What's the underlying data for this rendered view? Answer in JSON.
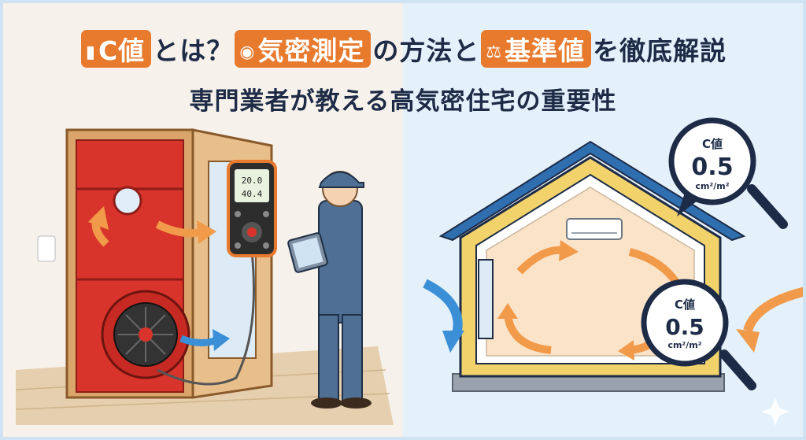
{
  "title": {
    "badge1_label": "C値",
    "text1": "とは？",
    "badge2_label": "気密測定",
    "text2": "の方法と",
    "badge3_label": "基準値",
    "text3": "を徹底解説",
    "subtitle": "専門業者が教える高気密住宅の重要性"
  },
  "meter": {
    "reading1": "20.0",
    "reading2": "40.4"
  },
  "magnifier_top": {
    "label": "C値",
    "value": "0.5",
    "unit": "cm²/m²"
  },
  "magnifier_bottom": {
    "label": "C値",
    "value": "0.5",
    "unit": "cm²/m²"
  },
  "icons": {
    "badge1": "bar-chart-icon",
    "badge2": "location-pin-icon",
    "badge3": "balance-scale-icon"
  },
  "colors": {
    "accent": "#e87a2e",
    "navy": "#1d2b47",
    "blower_red": "#d9342b",
    "arrow_blue": "#3a8fd6"
  }
}
